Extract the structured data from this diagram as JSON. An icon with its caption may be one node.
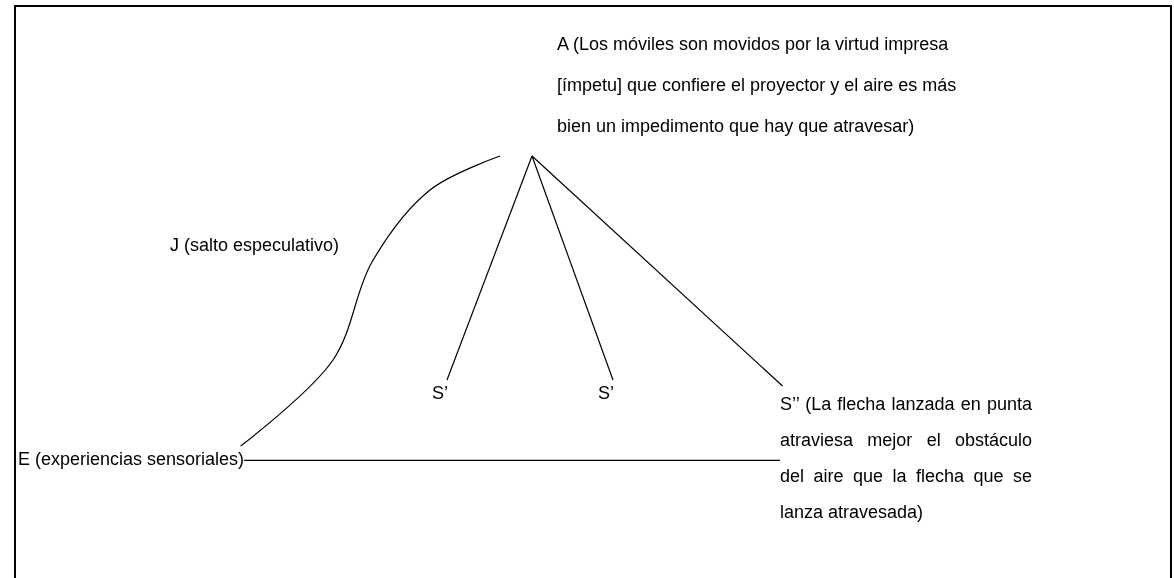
{
  "diagram": {
    "nodes": [
      {
        "text": [
          "E (experiencias sensoriales)"
        ]
      },
      {
        "text": [
          "A (Los móviles son movidos por la virtud impresa [ímpetu] que confiere el proyector y el aire es más bien un impedimento que hay que atravesar)"
        ]
      },
      {
        "text": [
          "S’"
        ]
      },
      {
        "text": [
          "S’"
        ]
      },
      {
        "text": [
          "S’’ (La flecha lanzada en punta atraviesa mejor el obstáculo del aire que la flecha que se lanza atravesada)"
        ]
      }
    ],
    "edges": [
      {
        "from": 0,
        "to": 1,
        "arrow": "none",
        "label": "J (salto especulativo)"
      },
      {
        "from": 1,
        "to": 2,
        "arrow": "none"
      },
      {
        "from": 1,
        "to": 3,
        "arrow": "none"
      },
      {
        "from": 1,
        "to": 4,
        "arrow": "none"
      },
      {
        "from": 0,
        "to": 4,
        "arrow": "none"
      }
    ]
  }
}
